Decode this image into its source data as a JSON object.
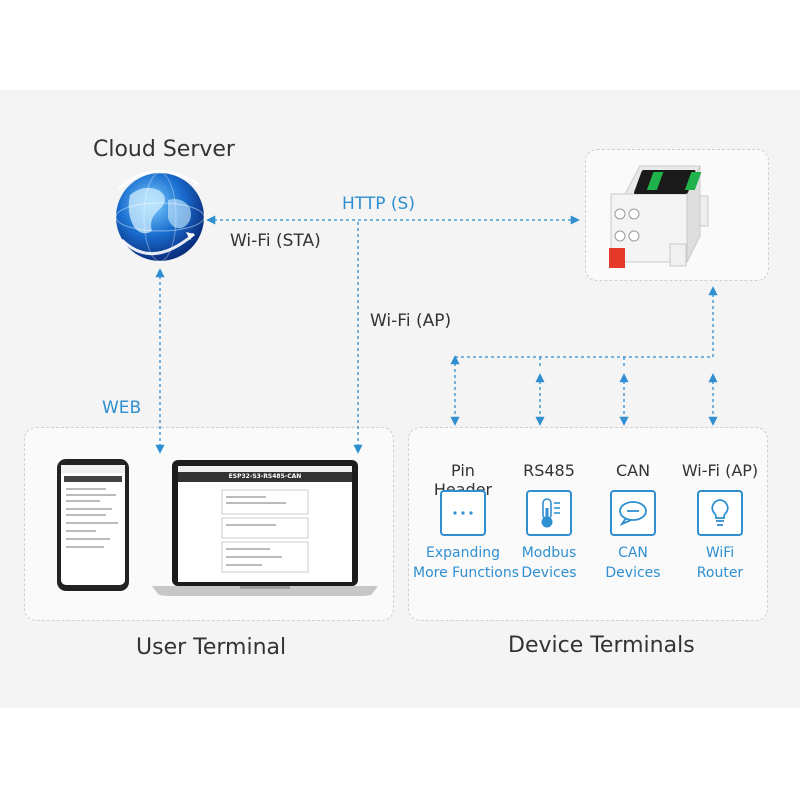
{
  "labels": {
    "cloud_server": "Cloud Server",
    "http": "HTTP (S)",
    "wifi_sta": "Wi-Fi (STA)",
    "wifi_ap": "Wi-Fi (AP)",
    "web": "WEB",
    "user_terminal": "User Terminal",
    "device_terminals": "Device Terminals"
  },
  "laptop": {
    "page_title": "ESP32-S3-RS485-CAN"
  },
  "terminals": [
    {
      "heading": "Pin Header",
      "icon": "dots-icon",
      "line1": "Expanding",
      "line2": "More Functions"
    },
    {
      "heading": "RS485",
      "icon": "thermometer-icon",
      "line1": "Modbus",
      "line2": "Devices"
    },
    {
      "heading": "CAN",
      "icon": "chat-bubble-icon",
      "line1": "CAN",
      "line2": "Devices"
    },
    {
      "heading": "Wi-Fi (AP)",
      "icon": "lightbulb-icon",
      "line1": "WiFi",
      "line2": "Router"
    }
  ],
  "colors": {
    "accent": "#2f8fd0",
    "device_green": "#1fb24a",
    "device_body": "#f2f2f2"
  }
}
